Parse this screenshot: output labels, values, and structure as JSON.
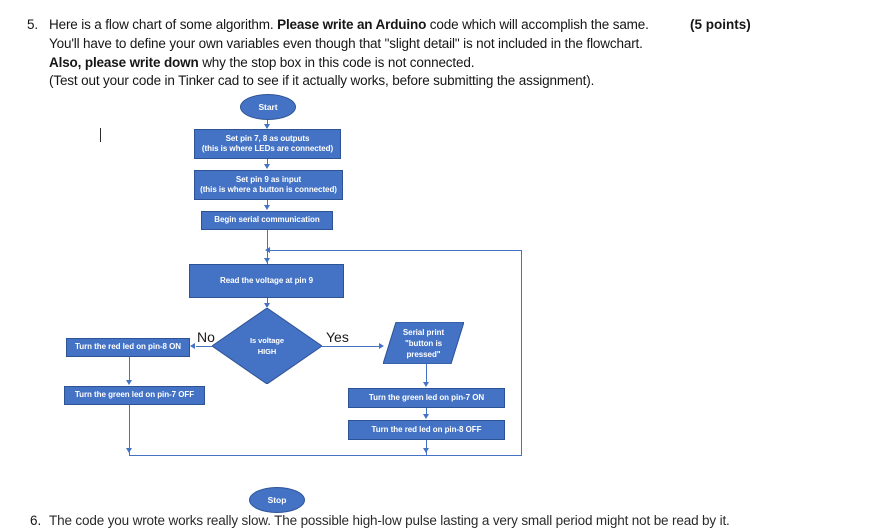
{
  "question": {
    "number": "5.",
    "points": "(5 points)",
    "line1_a": "Here is a flow chart of some algorithm. ",
    "line1_bold": "Please write an Arduino",
    "line1_b": " code which will accomplish the same.",
    "line2": "You'll have to define your own variables even though that \"slight detail\" is not included in the flowchart.",
    "line3_bold": "Also, please write down",
    "line3_rest": " why the stop box in this code is not connected.",
    "line4": "(Test out your code in Tinker cad to see if it actually works, before submitting the assignment)."
  },
  "next_question": {
    "number": "6.",
    "text": "The code you wrote works really slow. The possible high-low pulse lasting a very small period might not be read by it."
  },
  "flowchart": {
    "colors": {
      "node_fill": "#4472C4",
      "node_border": "#2E5395",
      "connector": "#4472C4",
      "node_text": "#FFFFFF",
      "label_text": "#1A1A1A"
    },
    "nodes": {
      "start": {
        "label": "Start",
        "shape": "ellipse"
      },
      "set_outputs": {
        "line1": "Set pin 7, 8 as outputs",
        "line2": "(this is where LEDs are connected)",
        "shape": "rectangle"
      },
      "set_input": {
        "line1": "Set pin 9 as input",
        "line2": "(this is where a button is connected)",
        "shape": "rectangle"
      },
      "begin_serial": {
        "label": "Begin serial communication",
        "shape": "rectangle"
      },
      "read_voltage": {
        "label": "Read the voltage at pin 9",
        "shape": "rectangle"
      },
      "decision": {
        "line1": "Is voltage",
        "line2": "HIGH",
        "shape": "diamond"
      },
      "serial_print": {
        "line1": "Serial print",
        "line2": "\"button is",
        "line3": "pressed\"",
        "shape": "parallelogram"
      },
      "red_on": {
        "label": "Turn the red led on pin-8 ON",
        "shape": "rectangle"
      },
      "green_off": {
        "label": "Turn the green led on pin-7 OFF",
        "shape": "rectangle"
      },
      "green_on": {
        "label": "Turn the green led on pin-7 ON",
        "shape": "rectangle"
      },
      "red_off": {
        "label": "Turn the red led on pin-8 OFF",
        "shape": "rectangle"
      },
      "stop": {
        "label": "Stop",
        "shape": "ellipse"
      }
    },
    "branch_labels": {
      "no": "No",
      "yes": "Yes"
    }
  }
}
